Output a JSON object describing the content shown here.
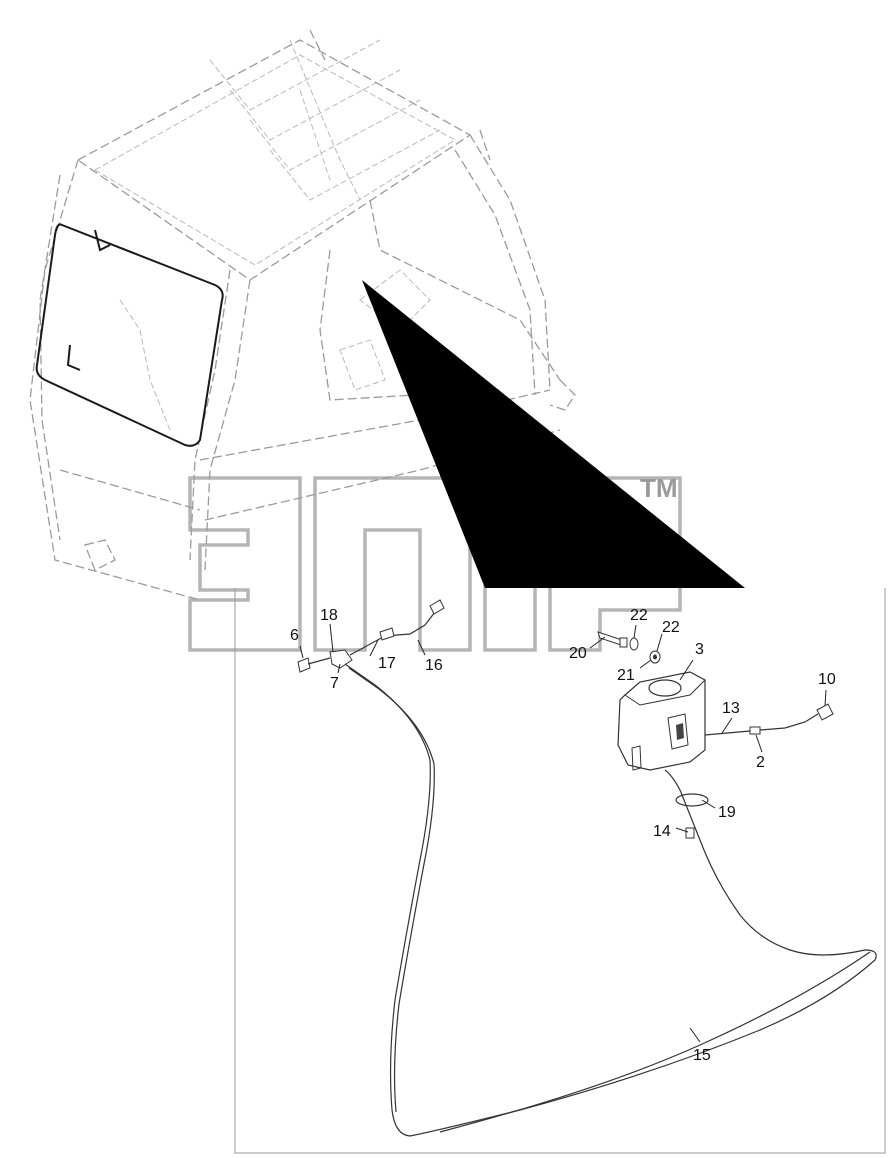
{
  "watermark": {
    "trademark": "TM"
  },
  "callouts": [
    {
      "id": "c6",
      "text": "6"
    },
    {
      "id": "c18",
      "text": "18"
    },
    {
      "id": "c7",
      "text": "7"
    },
    {
      "id": "c17",
      "text": "17"
    },
    {
      "id": "c16",
      "text": "16"
    },
    {
      "id": "c22a",
      "text": "22"
    },
    {
      "id": "c22b",
      "text": "22"
    },
    {
      "id": "c20",
      "text": "20"
    },
    {
      "id": "c3",
      "text": "3"
    },
    {
      "id": "c21",
      "text": "21"
    },
    {
      "id": "c10",
      "text": "10"
    },
    {
      "id": "c13",
      "text": "13"
    },
    {
      "id": "c2",
      "text": "2"
    },
    {
      "id": "c19",
      "text": "19"
    },
    {
      "id": "c14",
      "text": "14"
    },
    {
      "id": "c15",
      "text": "15"
    }
  ]
}
